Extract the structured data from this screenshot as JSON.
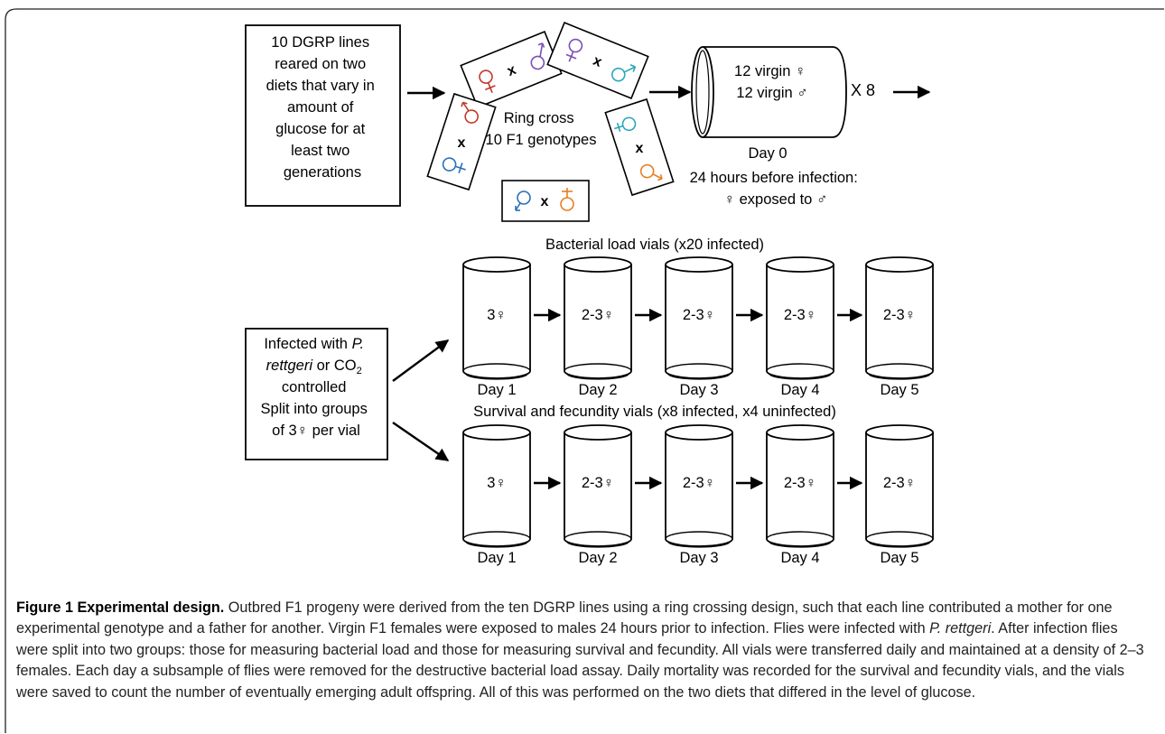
{
  "stage1": {
    "box_lines": [
      "10 DGRP lines",
      "reared on two",
      "diets that vary in",
      "amount of",
      "glucose for at",
      "least two",
      "generations"
    ],
    "ring_cross_lines": [
      "Ring cross",
      "10 F1 genotypes"
    ],
    "cross_symbol": "x",
    "vial_lines": [
      "12 virgin ♀",
      "12 virgin ♂"
    ],
    "multiplier": "X 8",
    "day0": "Day 0",
    "note_lines": [
      "24 hours before infection:",
      "♀ exposed to ♂"
    ]
  },
  "stage2": {
    "infected_box": {
      "line1": "Infected with ",
      "line1_italic": "P.",
      "line2_italic": "rettgeri",
      "line2": " or CO",
      "line2_sub": "2",
      "line3": "controlled",
      "line4": "Split into groups",
      "line5": "of 3♀ per vial"
    },
    "bacterial_title": "Bacterial load vials (x20 infected)",
    "survival_title": "Survival and fecundity vials (x8 infected, x4 uninfected)",
    "vial_counts": [
      "3♀",
      "2-3♀",
      "2-3♀",
      "2-3♀",
      "2-3♀"
    ],
    "day_labels": [
      "Day 1",
      "Day 2",
      "Day 3",
      "Day 4",
      "Day 5"
    ]
  },
  "caption": {
    "title": "Figure 1 Experimental design.",
    "text_a": " Outbred F1 progeny were derived from the ten DGRP lines using a ring crossing design, such that each line contributed a mother for one experimental genotype and a father for another. Virgin F1 females were exposed to males 24 hours prior to infection. Flies were infected with ",
    "species": "P. rettgeri",
    "text_b": ". After infection flies were split into two groups: those for measuring bacterial load and those for measuring survival and fecundity. All vials were transferred daily and maintained at a density of 2–3 females. Each day a subsample of flies were removed for the destructive bacterial load assay. Daily mortality was recorded for the survival and fecundity vials, and the vials were saved to count the number of eventually emerging adult offspring. All of this was performed on the two diets that differed in the level of glucose."
  }
}
